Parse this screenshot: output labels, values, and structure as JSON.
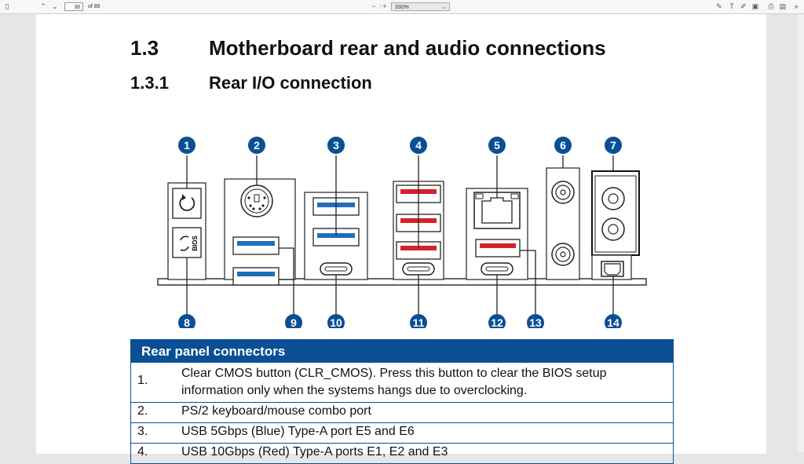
{
  "viewer": {
    "page_current": "38",
    "page_total": "of 86",
    "zoom": "330%",
    "minus": "−",
    "plus": "+"
  },
  "doc": {
    "h1_num": "1.3",
    "h1_title": "Motherboard rear and audio connections",
    "h2_num": "1.3.1",
    "h2_title": "Rear I/O connection"
  },
  "diagram": {
    "callouts": [
      "1",
      "2",
      "3",
      "4",
      "5",
      "6",
      "7",
      "8",
      "9",
      "10",
      "11",
      "12",
      "13",
      "14"
    ],
    "bios_label": "BIOS",
    "colors": {
      "blue_port": "#1f6fb8",
      "red_port": "#d6202a",
      "callout": "#0a4f95"
    }
  },
  "table": {
    "header": "Rear panel connectors",
    "rows": [
      {
        "num": "1.",
        "text1": "Clear CMOS button (CLR_CMOS). Press this button to clear the BIOS setup",
        "text2": "information only when the systems hangs due to overclocking."
      },
      {
        "num": "2.",
        "text1": "PS/2 keyboard/mouse combo port"
      },
      {
        "num": "3.",
        "text1": "USB 5Gbps (Blue) Type-A port E5 and E6"
      },
      {
        "num": "4.",
        "text1": "USB 10Gbps (Red) Type-A ports E1, E2 and E3"
      }
    ]
  }
}
